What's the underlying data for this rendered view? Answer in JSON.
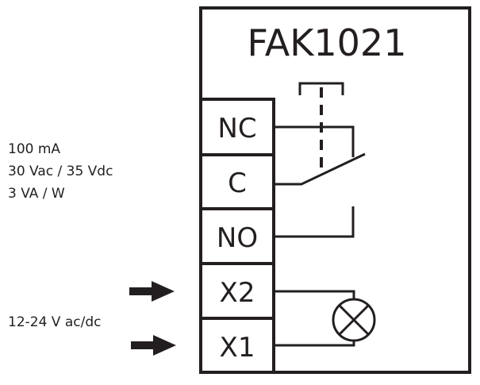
{
  "device": {
    "model": "FAK1021"
  },
  "contact_rating": {
    "lines": [
      "100 mA",
      "30 Vac / 35 Vdc",
      "3 VA / W"
    ]
  },
  "supply": {
    "label": "12-24 V ac/dc"
  },
  "terminals": [
    {
      "id": "NC",
      "label": "NC"
    },
    {
      "id": "C",
      "label": "C"
    },
    {
      "id": "NO",
      "label": "NO"
    },
    {
      "id": "X2",
      "label": "X2"
    },
    {
      "id": "X1",
      "label": "X1"
    }
  ],
  "colors": {
    "ink": "#231f20",
    "background": "#ffffff"
  }
}
